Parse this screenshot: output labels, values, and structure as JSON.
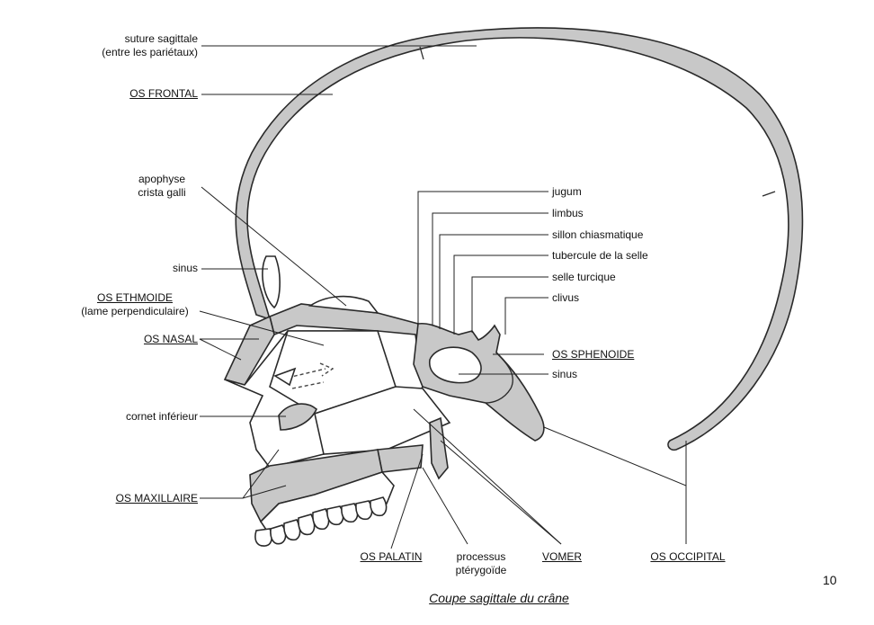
{
  "labels": {
    "suture_sagittale": "suture sagittale",
    "suture_sagittale_sub": "(entre les pariétaux)",
    "os_frontal": "OS FRONTAL",
    "apophyse": "apophyse",
    "crista_galli": "crista galli",
    "sinus_frontal": "sinus",
    "os_ethmoide": "OS ETHMOIDE",
    "os_ethmoide_sub": "(lame perpendiculaire)",
    "os_nasal": "OS NASAL",
    "cornet_inferieur": "cornet inférieur",
    "os_maxillaire": "OS MAXILLAIRE",
    "jugum": "jugum",
    "limbus": "limbus",
    "sillon_chiasmatique": "sillon chiasmatique",
    "tubercule_selle": "tubercule de la selle",
    "selle_turcique": "selle turcique",
    "clivus": "clivus",
    "os_sphenoide": "OS SPHENOIDE",
    "sinus_sphenoide": "sinus",
    "os_palatin": "OS PALATIN",
    "processus": "processus",
    "pterygoide": "ptérygoïde",
    "vomer": "VOMER",
    "os_occipital": "OS OCCIPITAL"
  },
  "caption": "Coupe sagittale du crâne",
  "page_number": "10",
  "colors": {
    "bone_fill": "#c8c8c8",
    "outline": "#2a2a2a"
  }
}
